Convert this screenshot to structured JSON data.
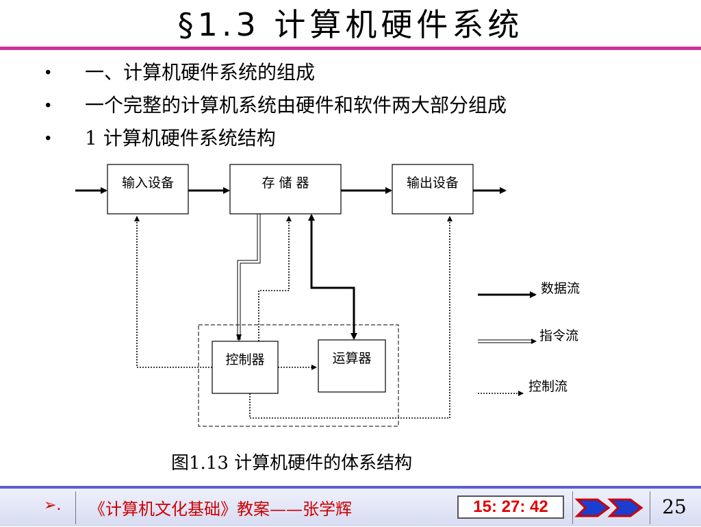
{
  "slide": {
    "title": "§1.3  计算机硬件系统",
    "bullets": [
      "一、计算机硬件系统的组成",
      "一个完整的计算机系统由硬件和软件两大部分组成",
      "1  计算机硬件系统结构"
    ]
  },
  "diagram": {
    "boxes": {
      "input": "输入设备",
      "memory": "存 储 器",
      "output": "输出设备",
      "controller": "控制器",
      "alu": "运算器"
    },
    "legend": {
      "data_flow": "数据流",
      "instruction_flow": "指令流",
      "control_flow": "控制流"
    },
    "caption": "图1.13 计算机硬件的体系结构"
  },
  "footer": {
    "marker": "➢.",
    "course": "《计算机文化基础》教案——张学辉",
    "clock": "15: 27: 42",
    "page": "25",
    "colors": {
      "bar": "#5b5bd6",
      "accent": "#cc0000",
      "title_rule": "#cc3399"
    }
  }
}
